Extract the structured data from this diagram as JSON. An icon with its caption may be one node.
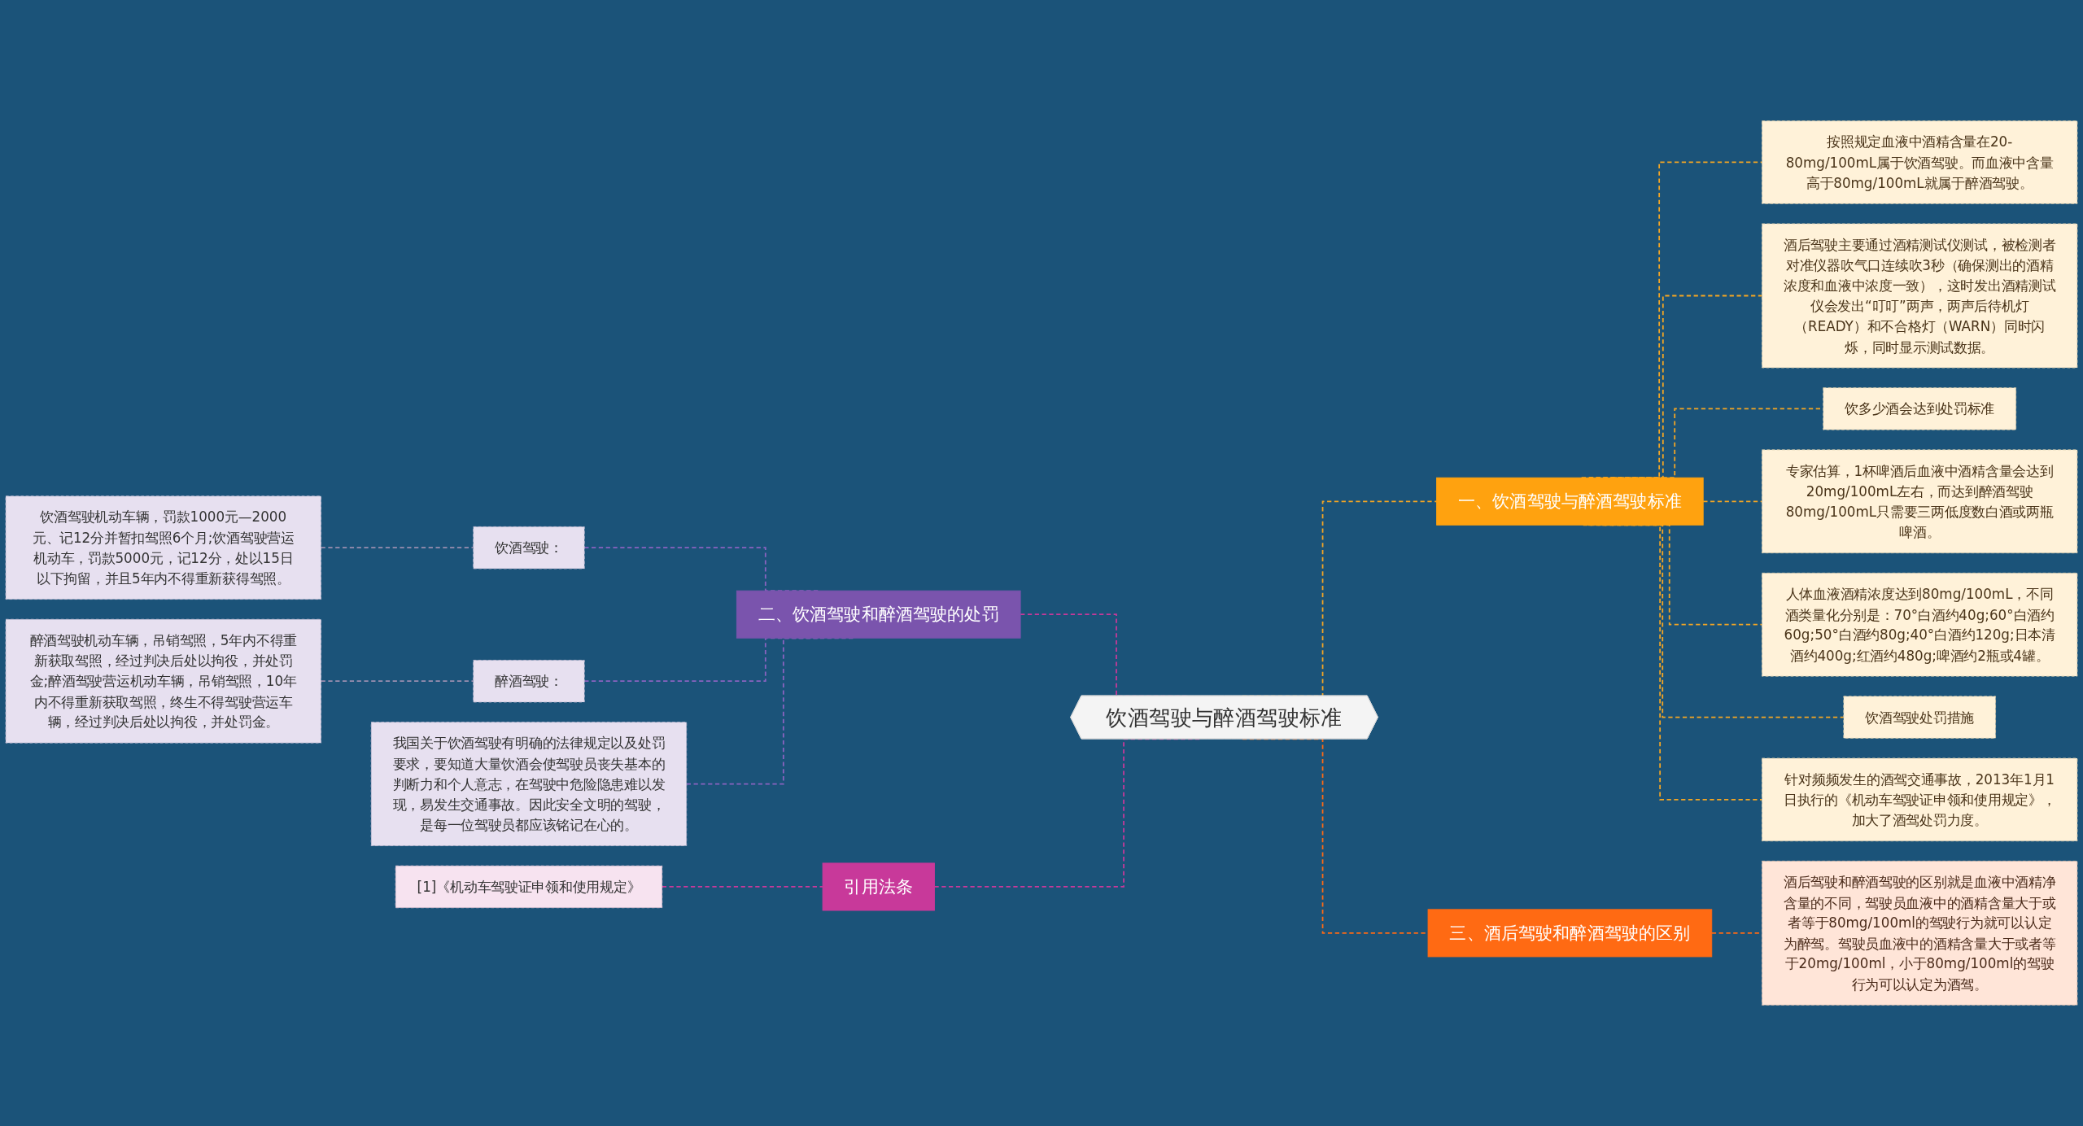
{
  "diagram": {
    "nodes": [
      {
        "text": [
          "饮酒驾驶与醉酒驾驶标准"
        ]
      },
      {
        "text": [
          "一、饮酒驾驶与醉酒驾驶标准"
        ]
      },
      {
        "text": [
          "按照规定血液中酒精含量在20-80mg/100mL属于饮酒驾驶。而血液中含量高于80mg/100mL就属于醉酒驾驶。"
        ]
      },
      {
        "text": [
          "酒后驾驶主要通过酒精测试仪测试，被检测者对准仪器吹气口连续吹3秒（确保测出的酒精浓度和血液中浓度一致），这时发出酒精测试仪会发出“叮叮”两声，两声后待机灯（READY）和不合格灯（WARN）同时闪烁，同时显示测试数据。"
        ]
      },
      {
        "text": [
          "饮多少酒会达到处罚标准"
        ]
      },
      {
        "text": [
          "专家估算，1杯啤酒后血液中酒精含量会达到20mg/100mL左右，而达到醉酒驾驶80mg/100mL只需要三两低度数白酒或两瓶啤酒。"
        ]
      },
      {
        "text": [
          "人体血液酒精浓度达到80mg/100mL，不同酒类量化分别是：70°白酒约40g;60°白酒约60g;50°白酒约80g;40°白酒约120g;日本清酒约400g;红酒约480g;啤酒约2瓶或4罐。"
        ]
      },
      {
        "text": [
          "饮酒驾驶处罚措施"
        ]
      },
      {
        "text": [
          "针对频频发生的酒驾交通事故，2013年1月1日执行的《机动车驾驶证申领和使用规定》，加大了酒驾处罚力度。"
        ]
      },
      {
        "text": [
          "三、酒后驾驶和醉酒驾驶的区别"
        ]
      },
      {
        "text": [
          "酒后驾驶和醉酒驾驶的区别就是血液中酒精净含量的不同，驾驶员血液中的酒精含量大于或者等于80mg/100ml的驾驶行为就可以认定为醉驾。驾驶员血液中的酒精含量大于或者等于20mg/100ml，小于80mg/100ml的驾驶行为可以认定为酒驾。"
        ]
      },
      {
        "text": [
          "二、饮酒驾驶和醉酒驾驶的处罚"
        ]
      },
      {
        "text": [
          "饮酒驾驶："
        ]
      },
      {
        "text": [
          "饮酒驾驶机动车辆，罚款1000元—2000元、记12分并暂扣驾照6个月;饮酒驾驶营运机动车，罚款5000元，记12分，处以15日以下拘留，并且5年内不得重新获得驾照。"
        ]
      },
      {
        "text": [
          "醉酒驾驶："
        ]
      },
      {
        "text": [
          "醉酒驾驶机动车辆，吊销驾照，5年内不得重新获取驾照，经过判决后处以拘役，并处罚金;醉酒驾驶营运机动车辆，吊销驾照，10年内不得重新获取驾照，终生不得驾驶营运车辆，经过判决后处以拘役，并处罚金。"
        ]
      },
      {
        "text": [
          "我国关于饮酒驾驶有明确的法律规定以及处罚要求，要知道大量饮酒会使驾驶员丧失基本的判断力和个人意志，在驾驶中危险隐患难以发现，易发生交通事故。因此安全文明的驾驶，是每一位驾驶员都应该铭记在心的。"
        ]
      },
      {
        "text": [
          "引用法条"
        ]
      },
      {
        "text": [
          "[1]《机动车驾驶证申领和使用规定》"
        ]
      }
    ],
    "edges": [
      {
        "from": 0,
        "to": 1,
        "arrow": "none",
        "style": "dashed",
        "color": "#f5a623"
      },
      {
        "from": 1,
        "to": 2,
        "arrow": "none",
        "style": "dashed",
        "color": "#f5a623"
      },
      {
        "from": 1,
        "to": 3,
        "arrow": "none",
        "style": "dashed",
        "color": "#f5a623"
      },
      {
        "from": 1,
        "to": 4,
        "arrow": "none",
        "style": "dashed",
        "color": "#f5a623"
      },
      {
        "from": 1,
        "to": 5,
        "arrow": "none",
        "style": "dashed",
        "color": "#f5a623"
      },
      {
        "from": 1,
        "to": 6,
        "arrow": "none",
        "style": "dashed",
        "color": "#f5a623"
      },
      {
        "from": 1,
        "to": 7,
        "arrow": "none",
        "style": "dashed",
        "color": "#f5a623"
      },
      {
        "from": 1,
        "to": 8,
        "arrow": "none",
        "style": "dashed",
        "color": "#f5a623"
      },
      {
        "from": 0,
        "to": 9,
        "arrow": "none",
        "style": "dashed",
        "color": "#ff6a13"
      },
      {
        "from": 9,
        "to": 10,
        "arrow": "none",
        "style": "dashed",
        "color": "#ff6a13"
      },
      {
        "from": 13,
        "to": 12,
        "arrow": "none",
        "style": "dashed",
        "color": "#9b8fb0"
      },
      {
        "from": 12,
        "to": 11,
        "arrow": "none",
        "style": "dashed",
        "color": "#8a63c0"
      },
      {
        "from": 15,
        "to": 14,
        "arrow": "none",
        "style": "dashed",
        "color": "#9b8fb0"
      },
      {
        "from": 14,
        "to": 11,
        "arrow": "none",
        "style": "dashed",
        "color": "#8a63c0"
      },
      {
        "from": 16,
        "to": 11,
        "arrow": "none",
        "style": "dashed",
        "color": "#8a63c0"
      },
      {
        "from": 11,
        "to": 0,
        "arrow": "none",
        "style": "dashed",
        "color": "#c8399a"
      },
      {
        "from": 18,
        "to": 17,
        "arrow": "none",
        "style": "dashed",
        "color": "#c8399a"
      },
      {
        "from": 17,
        "to": 0,
        "arrow": "none",
        "style": "dashed",
        "color": "#c8399a"
      }
    ]
  }
}
